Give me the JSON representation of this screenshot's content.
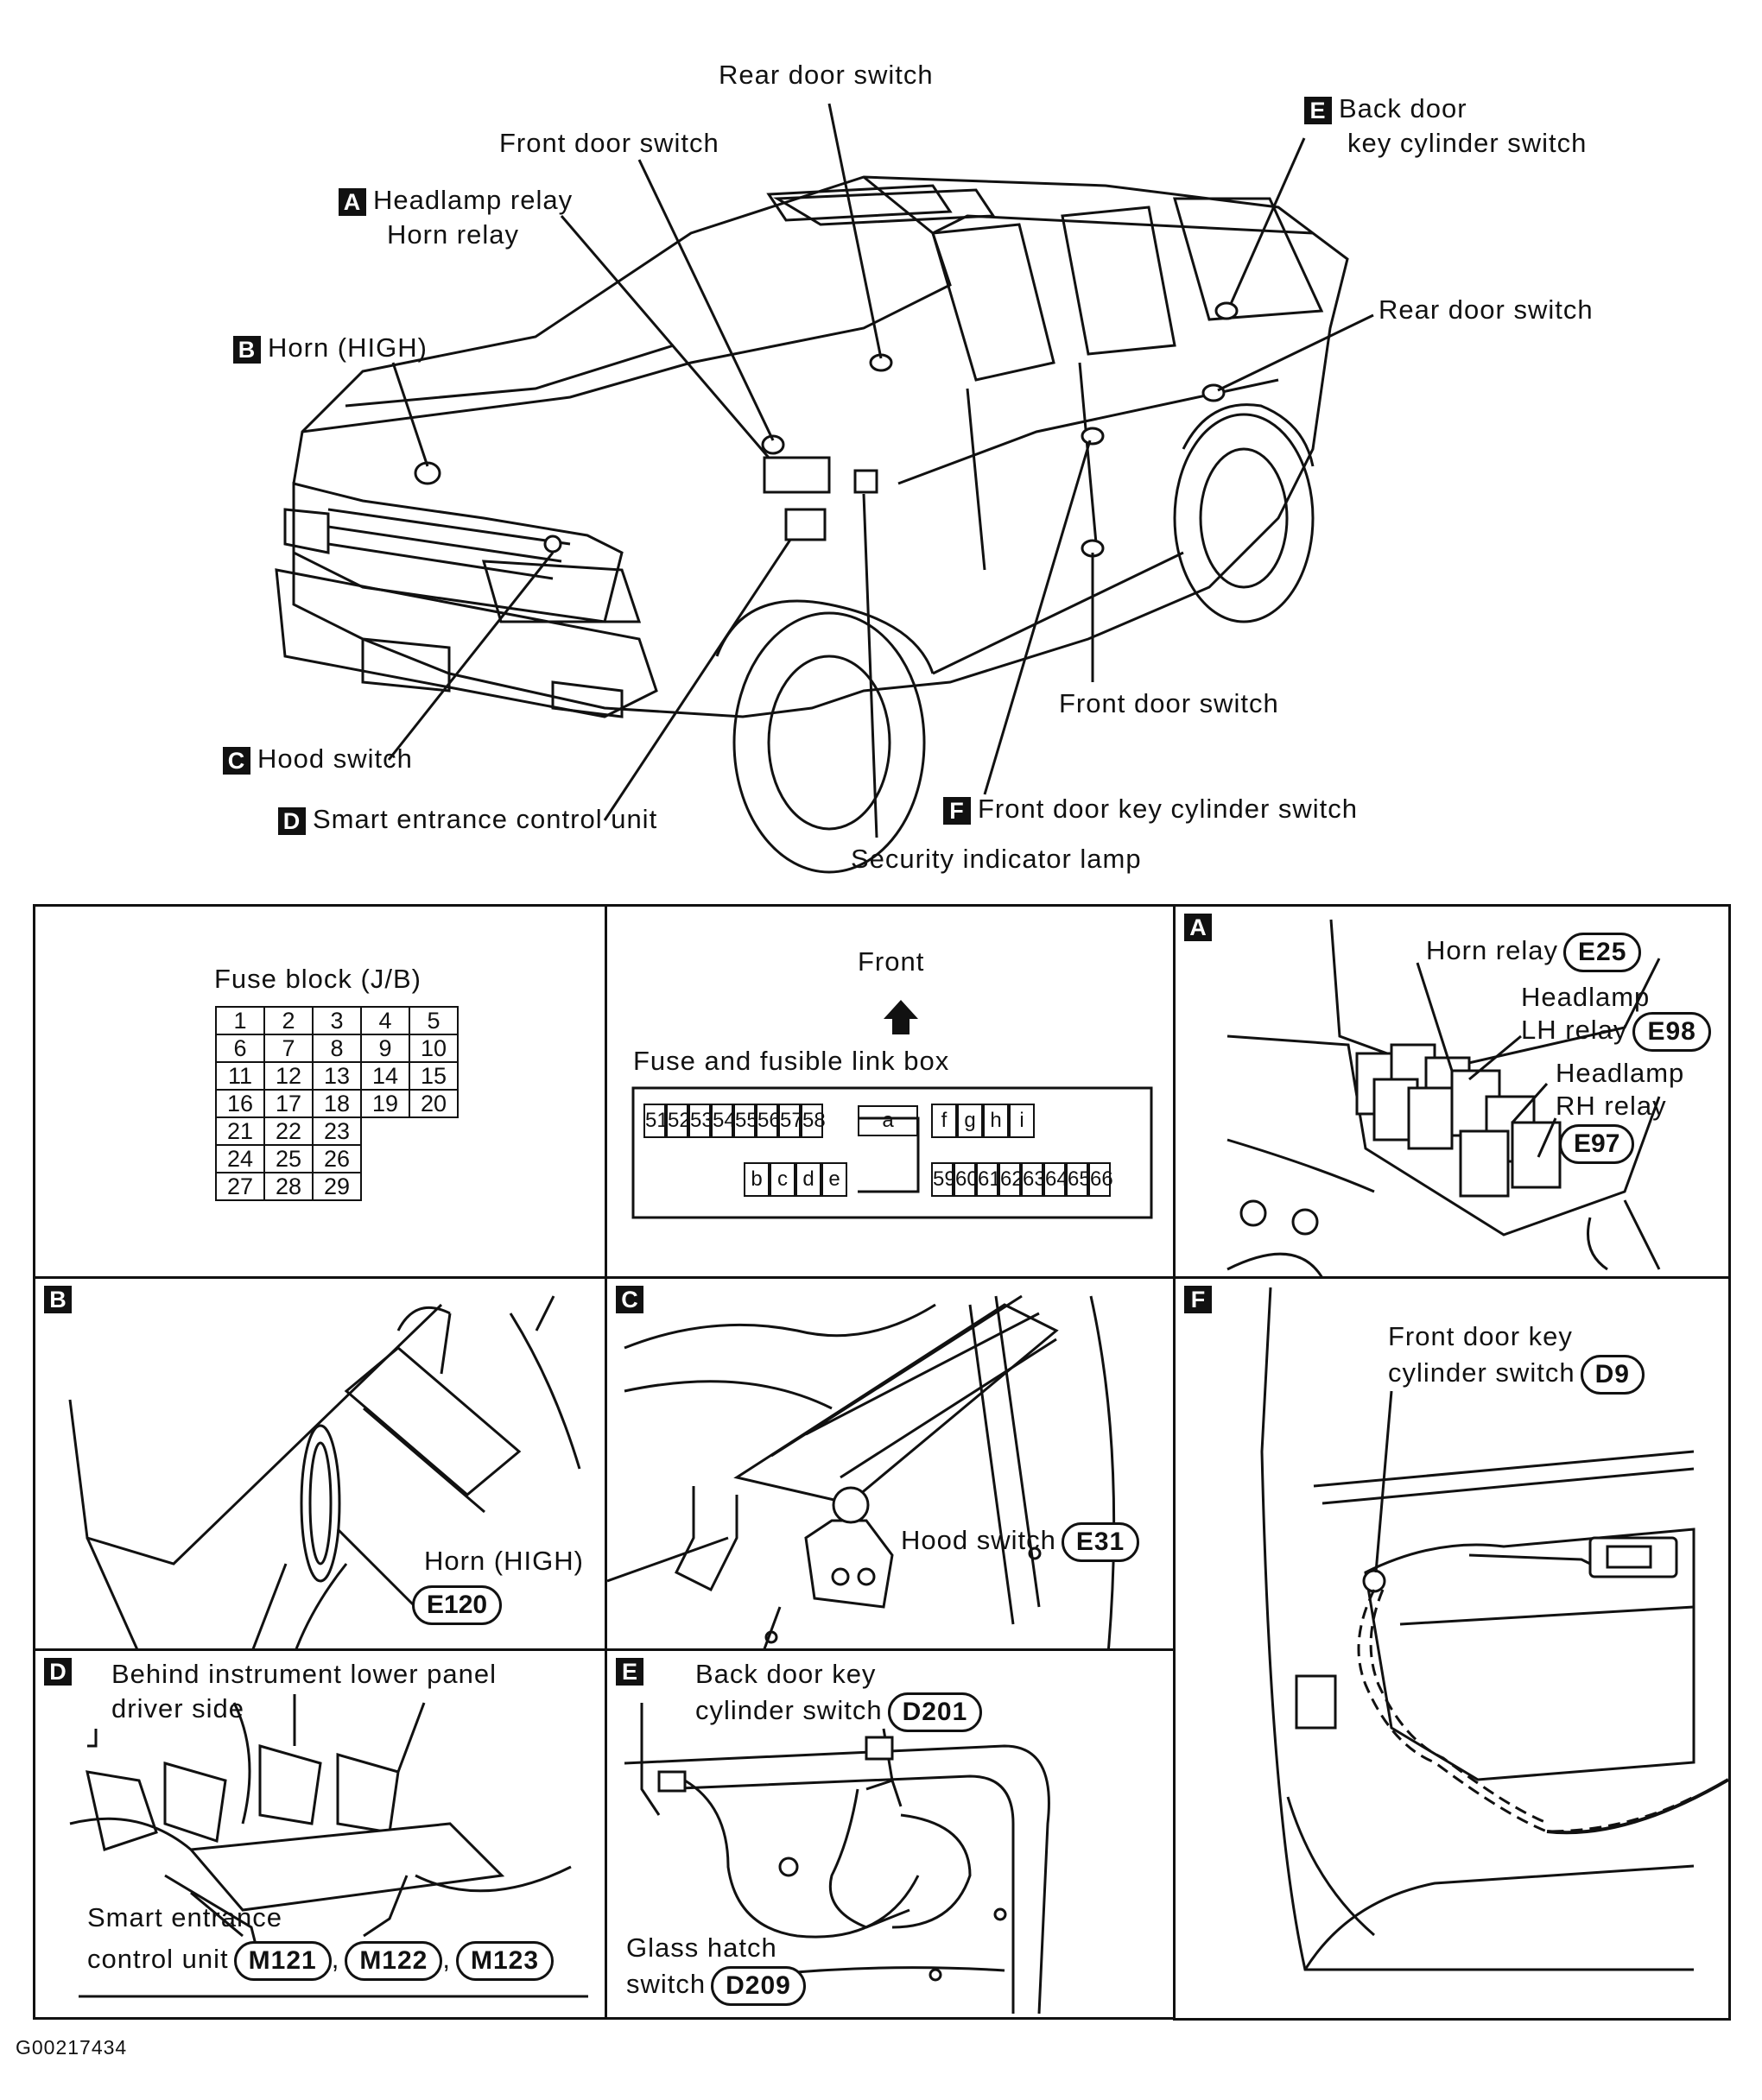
{
  "top": {
    "rear_door_switch_1": "Rear door switch",
    "front_door_switch_1": "Front door switch",
    "a_letter": "A",
    "headlamp_relay": "Headlamp relay",
    "horn_relay": "Horn relay",
    "b_letter": "B",
    "horn_high": "Horn (HIGH)",
    "e_letter": "E",
    "back_door_1": "Back door",
    "back_door_2": "key cylinder switch",
    "rear_door_switch_2": "Rear door switch",
    "front_door_switch_2": "Front door switch",
    "c_letter": "C",
    "hood_switch": "Hood switch",
    "d_letter": "D",
    "smart_entrance": "Smart entrance control unit",
    "f_letter": "F",
    "front_door_key": "Front door key cylinder switch",
    "security_lamp": "Security indicator lamp"
  },
  "fuse_block": {
    "title": "Fuse block (J/B)",
    "rows": [
      [
        "1",
        "2",
        "3",
        "4",
        "5"
      ],
      [
        "6",
        "7",
        "8",
        "9",
        "10"
      ],
      [
        "11",
        "12",
        "13",
        "14",
        "15"
      ],
      [
        "16",
        "17",
        "18",
        "19",
        "20"
      ],
      [
        "21",
        "22",
        "23"
      ],
      [
        "24",
        "25",
        "26"
      ],
      [
        "27",
        "28",
        "29"
      ]
    ]
  },
  "fusible_box": {
    "front": "Front",
    "title": "Fuse and fusible link box",
    "top_left": [
      "51",
      "52",
      "53",
      "54",
      "55",
      "56",
      "57",
      "58"
    ],
    "a": "a",
    "top_right": [
      "f",
      "g",
      "h",
      "i"
    ],
    "bottom_left": [
      "b",
      "c",
      "d",
      "e"
    ],
    "bottom_right": [
      "59",
      "60",
      "61",
      "62",
      "63",
      "64",
      "65",
      "66"
    ]
  },
  "panel_a": {
    "letter": "A",
    "horn_relay": "Horn relay",
    "horn_code": "E25",
    "hl_lh_1": "Headlamp",
    "hl_lh_2": "LH relay",
    "hl_lh_code": "E98",
    "hl_rh_1": "Headlamp",
    "hl_rh_2": "RH relay",
    "hl_rh_code": "E97"
  },
  "panel_b": {
    "letter": "B",
    "label": "Horn (HIGH)",
    "code": "E120"
  },
  "panel_c": {
    "letter": "C",
    "label": "Hood switch",
    "code": "E31"
  },
  "panel_f": {
    "letter": "F",
    "line1": "Front door key",
    "line2": "cylinder switch",
    "code": "D9"
  },
  "panel_d": {
    "letter": "D",
    "line1": "Behind instrument lower panel",
    "line2": "driver side",
    "unit1": "Smart entrance",
    "unit2": "control unit",
    "code1": "M121",
    "code2": "M122",
    "code3": "M123",
    "sep1": ",",
    "sep2": ","
  },
  "panel_e": {
    "letter": "E",
    "line1": "Back door key",
    "line2": "cylinder switch",
    "code1": "D201",
    "glass1": "Glass hatch",
    "glass2": "switch",
    "code2": "D209"
  },
  "figure_code": "G00217434"
}
